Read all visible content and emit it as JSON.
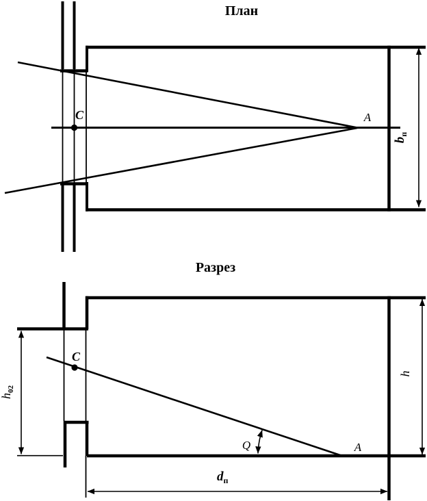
{
  "plan": {
    "title": "План",
    "label_c": "C",
    "label_a": "A",
    "dim_b": {
      "base": "b",
      "sub": "п"
    }
  },
  "section": {
    "title": "Разрез",
    "label_c": "C",
    "label_a": "A",
    "label_q": "Q",
    "dim_h": {
      "base": "h"
    },
    "dim_h02": {
      "base": "h",
      "sub": "02"
    },
    "dim_d": {
      "base": "d",
      "sub": "п"
    }
  },
  "colors": {
    "ink": "#000000",
    "paper": "#ffffff"
  }
}
